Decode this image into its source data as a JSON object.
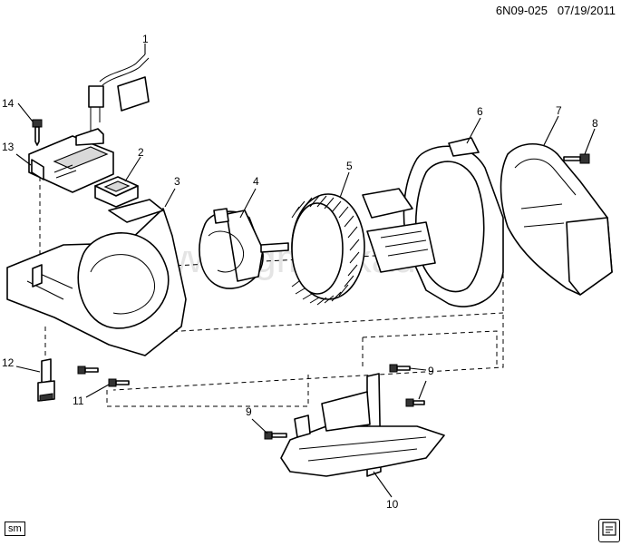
{
  "header": {
    "diagram_code": "6N09-025",
    "date": "07/19/2011"
  },
  "footer": {
    "sm_label": "sm"
  },
  "watermark": "www.gmsokad.ru",
  "callouts": [
    "1",
    "2",
    "3",
    "4",
    "5",
    "6",
    "7",
    "8",
    "9",
    "9",
    "9",
    "10",
    "11",
    "12",
    "13",
    "14"
  ]
}
